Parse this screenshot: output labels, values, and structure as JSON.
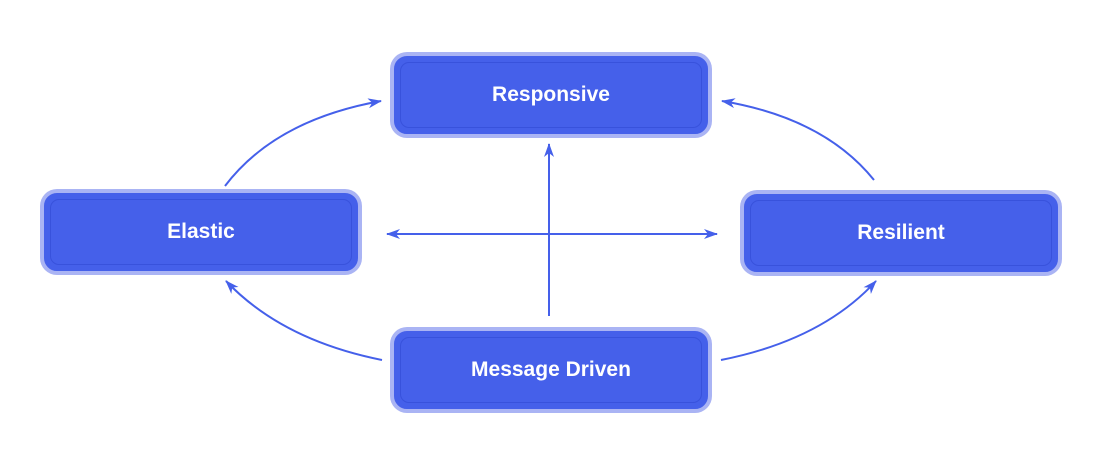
{
  "nodes": {
    "responsive": "Responsive",
    "elastic": "Elastic",
    "resilient": "Resilient",
    "message_driven": "Message Driven"
  },
  "colors": {
    "node_fill": "#4560ea",
    "node_halo": "#aab4f4",
    "arrow": "#4560ea",
    "text": "#ffffff"
  }
}
